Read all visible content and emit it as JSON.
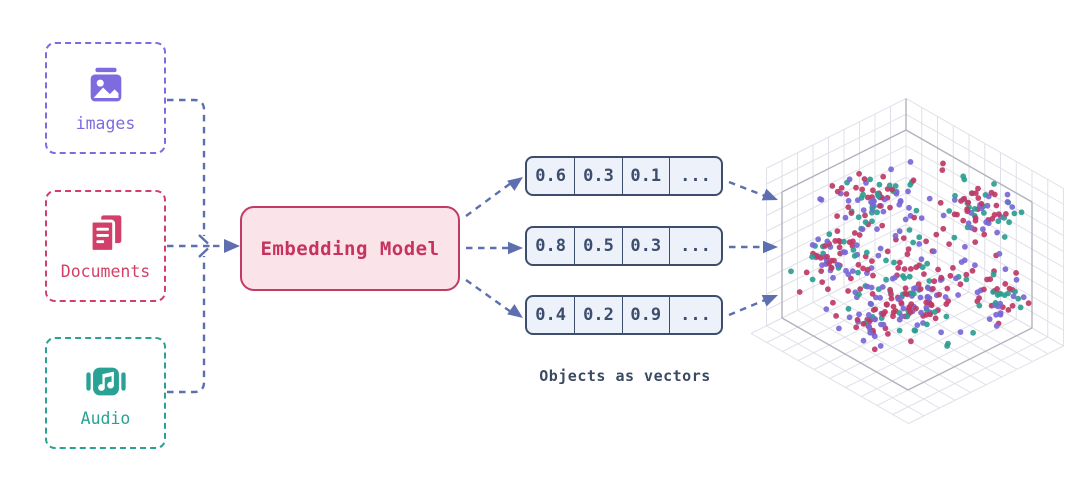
{
  "diagram": {
    "sources": [
      {
        "id": "images",
        "label": "images",
        "color": "#7e6be0",
        "icon": "image-icon"
      },
      {
        "id": "documents",
        "label": "Documents",
        "color": "#d24069",
        "icon": "documents-icon"
      },
      {
        "id": "audio",
        "label": "Audio",
        "color": "#2aa195",
        "icon": "audio-icon"
      }
    ],
    "model": {
      "label": "Embedding Model",
      "fill": "#fbe3ea",
      "border": "#c33a62",
      "text_color": "#c6335f"
    },
    "vectors": {
      "rows": [
        [
          "0.6",
          "0.3",
          "0.1",
          "..."
        ],
        [
          "0.8",
          "0.5",
          "0.3",
          "..."
        ],
        [
          "0.4",
          "0.2",
          "0.9",
          "..."
        ]
      ],
      "fill": "#edf1fa",
      "border": "#3d4e6d"
    },
    "caption": "Objects as vectors",
    "caption_color": "#3b4a63",
    "connector_color": "#5d6fae"
  },
  "chart_data": {
    "type": "scatter",
    "title": "",
    "description": "3D cube scatter of object embeddings, clustered points in three colors",
    "legend": [],
    "axes_labels": [],
    "grid": {
      "divisions": 8,
      "line_color": "#dfe0e9",
      "edge_color": "#b1b2bd",
      "on": true
    },
    "projection": {
      "origin": [
        906,
        256
      ],
      "ex": [
        -124,
        62
      ],
      "ey": [
        126,
        72
      ],
      "ez": [
        0,
        -126
      ],
      "z_axis_extension": 0.25
    },
    "point_colors": {
      "red": "#bf3a66",
      "purple": "#7a67d6",
      "teal": "#2d9d90"
    },
    "color_weights": {
      "red": 0.44,
      "purple": 0.3,
      "teal": 0.26
    },
    "point_radius": 2.9,
    "clusters": [
      {
        "center": [
          0.55,
          0.22,
          0.88
        ],
        "sd": 0.1,
        "n": 60
      },
      {
        "center": [
          0.18,
          0.8,
          0.92
        ],
        "sd": 0.1,
        "n": 60
      },
      {
        "center": [
          0.78,
          0.18,
          0.5
        ],
        "sd": 0.11,
        "n": 55
      },
      {
        "center": [
          0.5,
          0.6,
          0.25
        ],
        "sd": 0.13,
        "n": 80
      },
      {
        "center": [
          0.15,
          0.88,
          0.3
        ],
        "sd": 0.1,
        "n": 45
      },
      {
        "center": [
          0.65,
          0.4,
          0.1
        ],
        "sd": 0.1,
        "n": 50
      }
    ],
    "background_points": 120,
    "seed": 7
  }
}
